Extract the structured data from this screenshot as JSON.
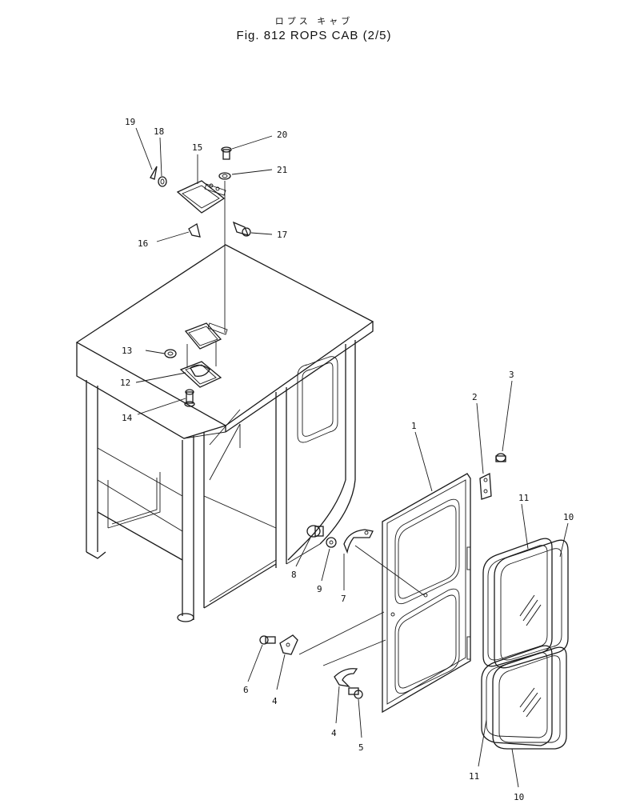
{
  "header": {
    "jp_title": "ロプス キャブ",
    "title": "Fig. 812   ROPS CAB (2/5)"
  },
  "callouts": [
    {
      "id": "callout-1",
      "text": "1"
    },
    {
      "id": "callout-2",
      "text": "2"
    },
    {
      "id": "callout-3",
      "text": "3"
    },
    {
      "id": "callout-4a",
      "text": "4"
    },
    {
      "id": "callout-4b",
      "text": "4"
    },
    {
      "id": "callout-5",
      "text": "5"
    },
    {
      "id": "callout-6",
      "text": "6"
    },
    {
      "id": "callout-7",
      "text": "7"
    },
    {
      "id": "callout-8",
      "text": "8"
    },
    {
      "id": "callout-9",
      "text": "9"
    },
    {
      "id": "callout-10a",
      "text": "10"
    },
    {
      "id": "callout-10b",
      "text": "10"
    },
    {
      "id": "callout-11a",
      "text": "11"
    },
    {
      "id": "callout-11b",
      "text": "11"
    },
    {
      "id": "callout-12",
      "text": "12"
    },
    {
      "id": "callout-13",
      "text": "13"
    },
    {
      "id": "callout-14",
      "text": "14"
    },
    {
      "id": "callout-15",
      "text": "15"
    },
    {
      "id": "callout-16",
      "text": "16"
    },
    {
      "id": "callout-17",
      "text": "17"
    },
    {
      "id": "callout-18",
      "text": "18"
    },
    {
      "id": "callout-19",
      "text": "19"
    },
    {
      "id": "callout-20",
      "text": "20"
    },
    {
      "id": "callout-21",
      "text": "21"
    }
  ]
}
